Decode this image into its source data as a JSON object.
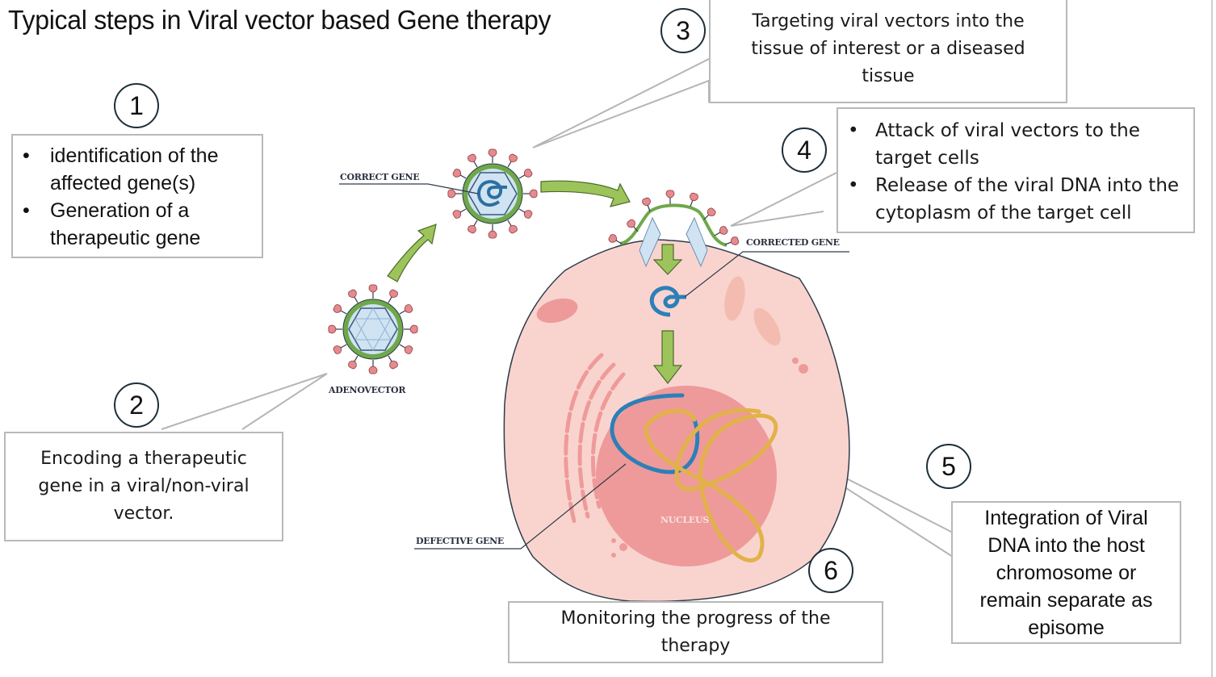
{
  "title": "Typical steps in Viral vector based Gene therapy",
  "steps": [
    {
      "number": "1",
      "lines": [
        "identification of the affected gene(s)",
        "Generation of a therapeutic gene"
      ],
      "bulleted": true
    },
    {
      "number": "2",
      "text": "Encoding a therapeutic gene in a viral/non-viral vector.",
      "bulleted": false
    },
    {
      "number": "3",
      "text": "Targeting viral vectors into the tissue of interest or a diseased tissue",
      "bulleted": false
    },
    {
      "number": "4",
      "lines": [
        "Attack of viral vectors to the target cells",
        "Release of the viral DNA into the cytoplasm of the target cell"
      ],
      "bulleted": true
    },
    {
      "number": "5",
      "text": "Integration of Viral DNA into the host chromosome  or remain separate as episome",
      "bulleted": false
    },
    {
      "number": "6",
      "text": "Monitoring the progress of the therapy",
      "bulleted": false
    }
  ],
  "illustration": {
    "labels": {
      "correct_gene": "CORRECT GENE",
      "adenovector": "ADENOVECTOR",
      "corrected_gene": "CORRECTED GENE",
      "defective_gene": "DEFECTIVE GENE",
      "nucleus": "NUCLEUS"
    },
    "colors": {
      "capsid_ring": "#6fa84a",
      "capsid_fill": "#cfe3f3",
      "spike": "#e58a8f",
      "arrow": "#9dc45a",
      "cell": "#f9d4cf",
      "nucleus": "#ee9a9a",
      "dna_blue": "#2d7fb8",
      "dna_gold": "#e2b24a",
      "outline": "#2f3b4a"
    }
  }
}
